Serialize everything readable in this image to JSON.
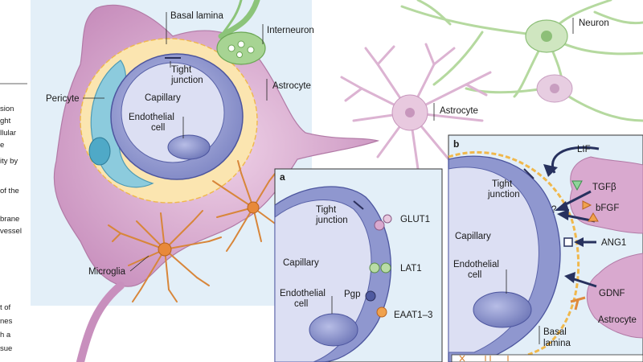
{
  "left_text_fragments": [
    "sion",
    "ght",
    "llular",
    "e",
    "ity by",
    "of the",
    "brane",
    "vessel",
    "t of",
    "nes",
    "h a",
    "sue"
  ],
  "main_labels": {
    "basal_lamina": "Basal lamina",
    "interneuron": "Interneuron",
    "neuron": "Neuron",
    "astrocyte_upper": "Astrocyte",
    "astrocyte_mid": "Astrocyte",
    "pericyte": "Pericyte",
    "tight_junction": [
      "Tight",
      "junction"
    ],
    "capillary": "Capillary",
    "endothelial_cell": [
      "Endothelial",
      "cell"
    ],
    "microglia": "Microglia"
  },
  "panel_a": {
    "letter": "a",
    "tight_junction": [
      "Tight",
      "junction"
    ],
    "capillary": "Capillary",
    "endothelial_cell": [
      "Endothelial",
      "cell"
    ],
    "transporters": [
      "GLUT1",
      "LAT1",
      "Pgp",
      "EAAT1–3"
    ]
  },
  "panel_b": {
    "letter": "b",
    "tight_junction": [
      "Tight",
      "junction"
    ],
    "capillary": "Capillary",
    "endothelial_cell": [
      "Endothelial",
      "cell"
    ],
    "basal_lamina": [
      "Basal",
      "lamina"
    ],
    "question_mark": "?",
    "factors": [
      "LIF",
      "TGFβ",
      "bFGF",
      "ANG1",
      "GDNF"
    ],
    "astrocyte": "Astrocyte"
  },
  "colors": {
    "capillary_blue": "#8f97cf",
    "capillary_dark": "#5a63a8",
    "astrocyte_pink": "#d9a9cf",
    "neuron_green": "#b9dca6",
    "microglia_orange": "#e08a3c",
    "basal_lamina_yellow": "#f5c96b",
    "pericyte_teal": "#7fc3d8"
  }
}
